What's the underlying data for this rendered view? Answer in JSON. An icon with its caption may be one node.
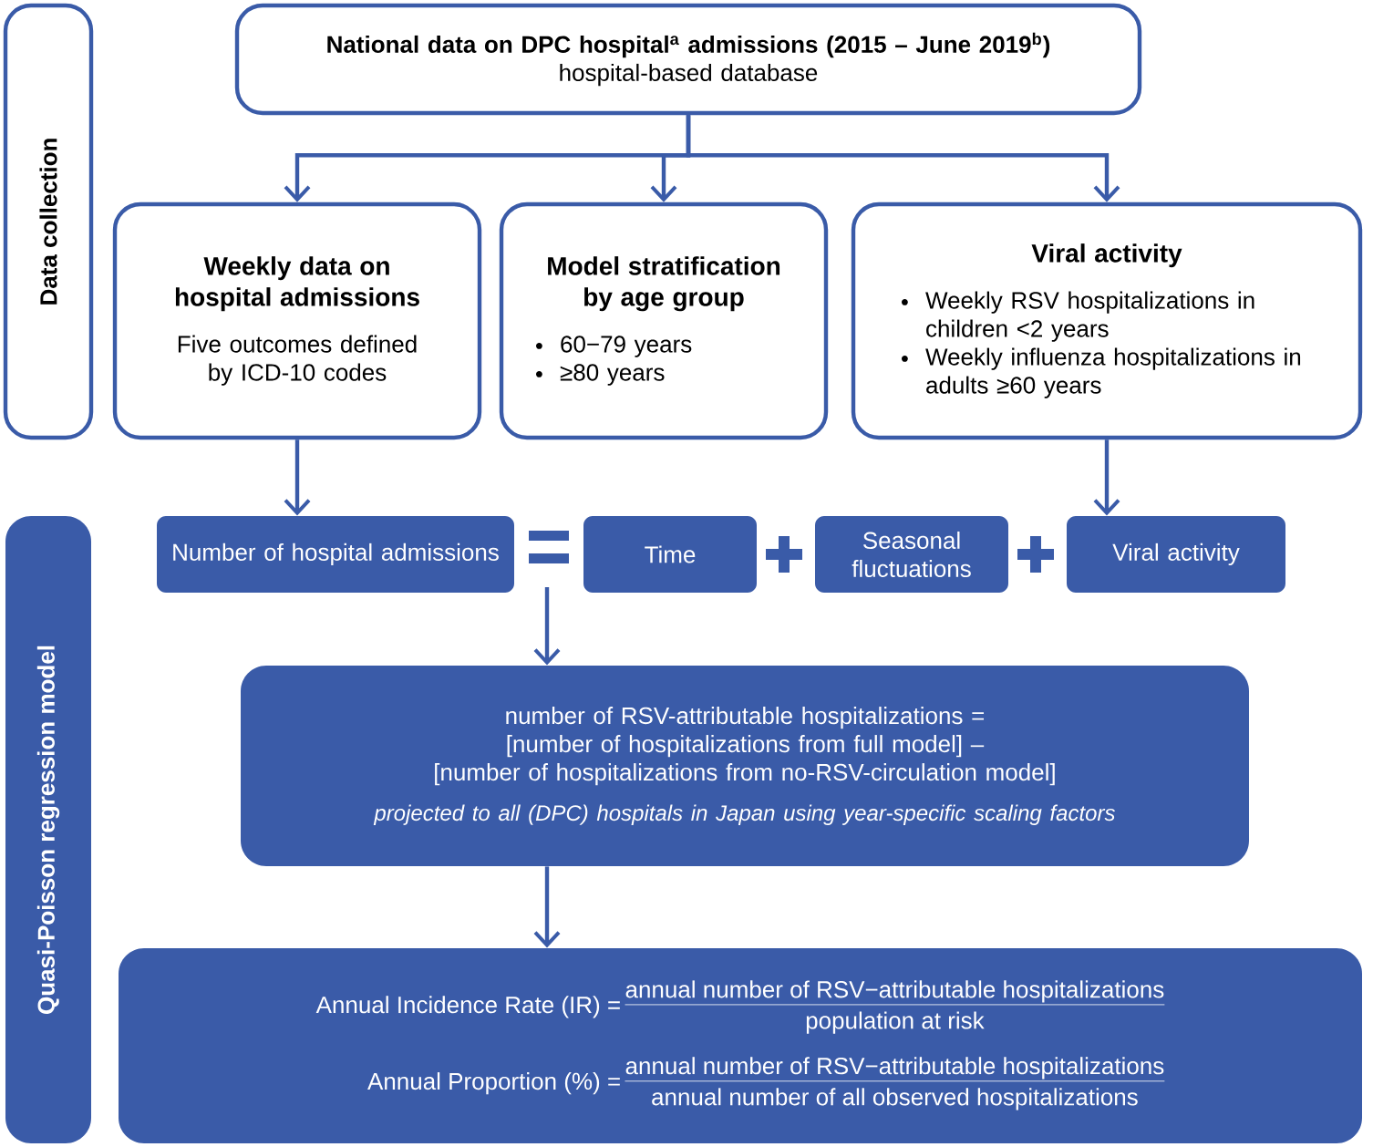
{
  "diagram": {
    "nodes": [
      {
        "text": [
          "Data collection"
        ]
      },
      {
        "text": [
          "National data on DPC hospital$^{a}$ admissions (2015 – June 2019$^{b}$)",
          "hospital-based database"
        ]
      },
      {
        "text": [
          "Weekly data on hospital admissions",
          "Five outcomes defined by ICD-10 codes"
        ]
      },
      {
        "text": [
          "Model stratification by age group",
          "60−79 years",
          "≥80 years"
        ]
      },
      {
        "text": [
          "Viral activity",
          "Weekly RSV hospitalizations in children <2 years",
          "Weekly influenza hospitalizations in adults ≥60 years"
        ]
      },
      {
        "text": [
          "Quasi-Poisson regression model"
        ]
      },
      {
        "text": [
          "Number of hospital admissions"
        ]
      },
      {
        "text": [
          "Time"
        ]
      },
      {
        "text": [
          "Seasonal fluctuations"
        ]
      },
      {
        "text": [
          "Viral activity"
        ]
      },
      {
        "text": [
          "number of RSV-attributable hospitalizations =",
          "[number of hospitalizations from full model] –",
          "[number of hospitalizations from no-RSV-circulation model]",
          "projected to all (DPC) hospitals in Japan using year-specific scaling factors"
        ]
      },
      {
        "text": [
          "Annual Incidence Rate (IR) =",
          "annual number of RSV−attributable hospitalizations",
          "population at risk",
          "Annual Proportion (%) =",
          "annual number of RSV−attributable hospitalizations",
          "annual number of all observed hospitalizations"
        ]
      }
    ],
    "edges": [
      {
        "from": 1,
        "to": 2,
        "arrow": "to"
      },
      {
        "from": 1,
        "to": 3,
        "arrow": "to"
      },
      {
        "from": 1,
        "to": 4,
        "arrow": "to"
      },
      {
        "from": 2,
        "to": 6,
        "arrow": "to"
      },
      {
        "from": 4,
        "to": 9,
        "arrow": "to"
      },
      {
        "from": null,
        "to": 10,
        "arrow": "to"
      },
      {
        "from": 10,
        "to": 11,
        "arrow": "to"
      }
    ]
  }
}
